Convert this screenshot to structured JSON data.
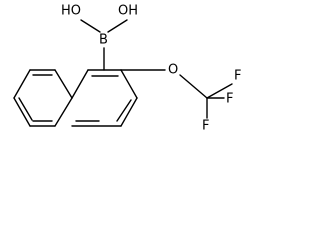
{
  "molecule": {
    "atoms": [
      {
        "id": "oh1",
        "label": "HO"
      },
      {
        "id": "oh2",
        "label": "OH"
      },
      {
        "id": "b",
        "label": "B"
      },
      {
        "id": "o",
        "label": "O"
      },
      {
        "id": "f1",
        "label": "F"
      },
      {
        "id": "f2",
        "label": "F"
      },
      {
        "id": "f3",
        "label": "F"
      }
    ]
  },
  "colors": {
    "line": "#000000",
    "text": "#000000",
    "background": "#ffffff"
  }
}
